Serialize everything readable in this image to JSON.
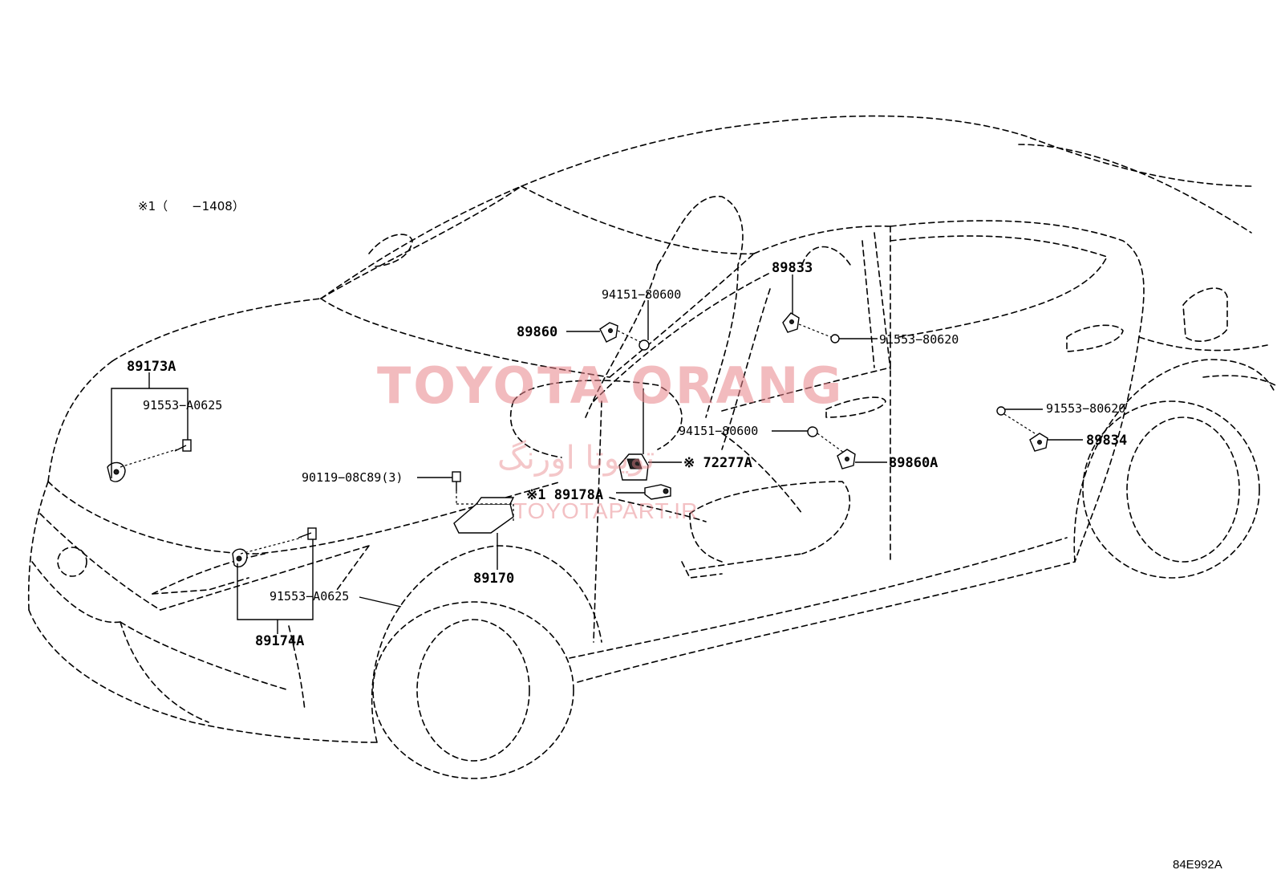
{
  "note": "※1（　　−1408）",
  "diagram_code": "84E992A",
  "watermark": {
    "brand": "TOYOTA ORANG",
    "persian": "تویوتا اورنگ",
    "url": "TOYOTAPART.IR"
  },
  "labels": {
    "p89173A": "89173A",
    "p91553_A0625_top": "91553−A0625",
    "p90119": "90119−08C89(3)",
    "p91553_A0625_bottom": "91553−A0625",
    "p89174A": "89174A",
    "p89170": "89170",
    "p89178A": "※1 89178A",
    "p72277A": "※ 72277A",
    "p94151_top": "94151−80600",
    "p89860": "89860",
    "p89833": "89833",
    "p91553_80620_a": "91553−80620",
    "p94151_mid": "94151−80600",
    "p89860A": "89860A",
    "p91553_80620_b": "91553−80620",
    "p89834": "89834"
  }
}
